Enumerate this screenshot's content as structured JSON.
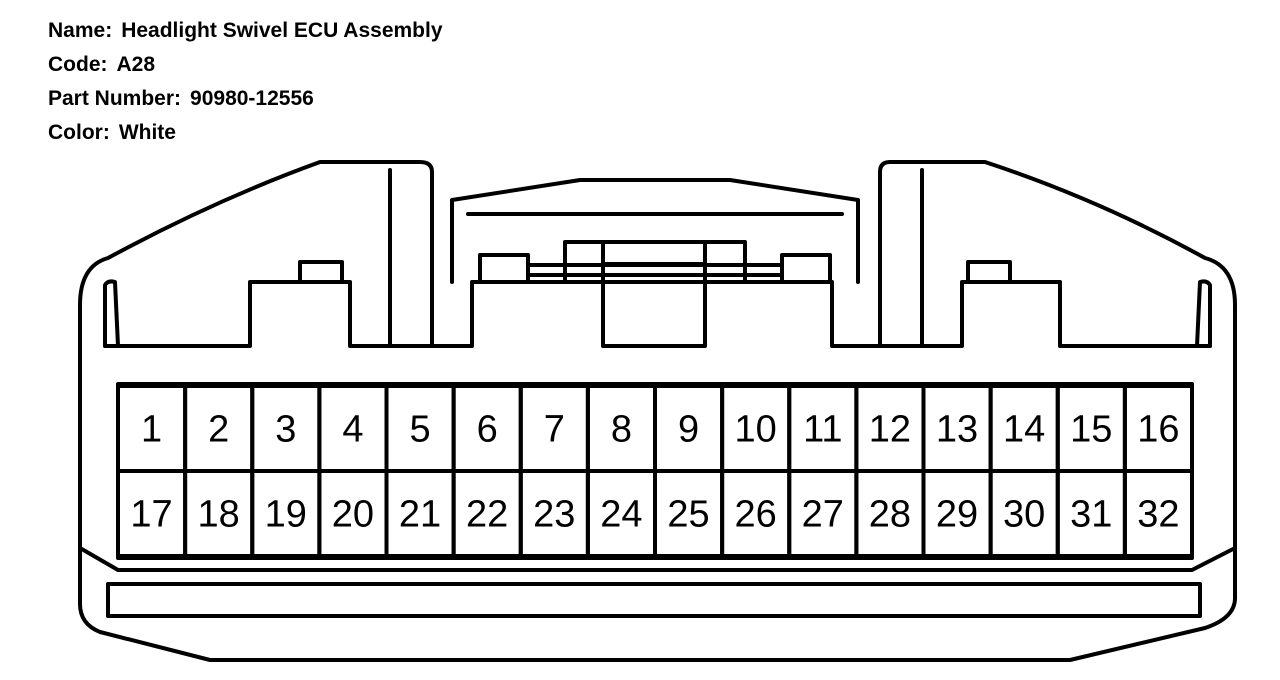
{
  "info": {
    "name_label": "Name:",
    "name_value": "Headlight Swivel ECU Assembly",
    "code_label": "Code:",
    "code_value": "A28",
    "part_label": "Part Number:",
    "part_value": "90980-12556",
    "color_label": "Color:",
    "color_value": "White"
  },
  "connector": {
    "pins_row1": [
      "1",
      "2",
      "3",
      "4",
      "5",
      "6",
      "7",
      "8",
      "9",
      "10",
      "11",
      "12",
      "13",
      "14",
      "15",
      "16"
    ],
    "pins_row2": [
      "17",
      "18",
      "19",
      "20",
      "21",
      "22",
      "23",
      "24",
      "25",
      "26",
      "27",
      "28",
      "29",
      "30",
      "31",
      "32"
    ]
  }
}
